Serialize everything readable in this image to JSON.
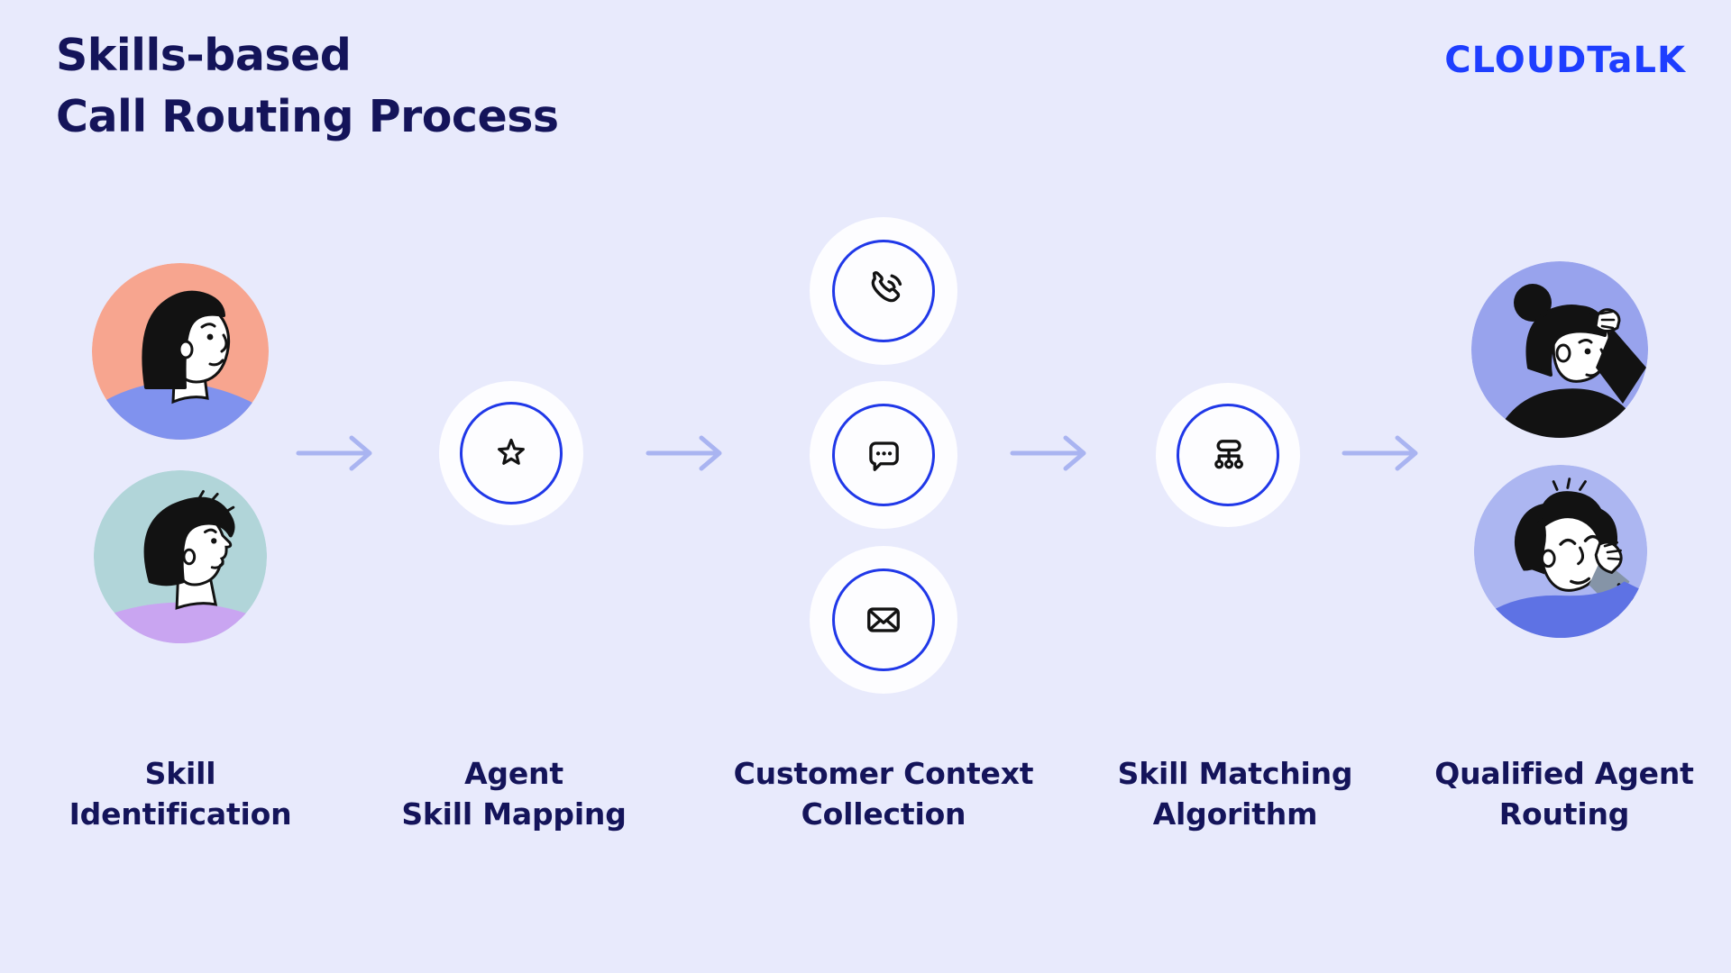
{
  "header": {
    "title_line1": "Skills-based",
    "title_line2": "Call Routing Process",
    "logo_text": "CLOUDTaLK"
  },
  "stages": [
    {
      "id": "skill-identification",
      "line1": "Skill",
      "line2": "Identification",
      "icon": "caller-avatars"
    },
    {
      "id": "agent-skill-mapping",
      "line1": "Agent",
      "line2": "Skill Mapping",
      "icon": "star-icon"
    },
    {
      "id": "customer-context-collection",
      "line1": "Customer Context",
      "line2": "Collection",
      "icon": "phone-chat-mail-icons"
    },
    {
      "id": "skill-matching-algorithm",
      "line1": "Skill Matching",
      "line2": "Algorithm",
      "icon": "sitemap-icon"
    },
    {
      "id": "qualified-agent-routing",
      "line1": "Qualified Agent",
      "line2": "Routing",
      "icon": "agent-avatars"
    }
  ],
  "icons": [
    "star-icon",
    "phone-icon",
    "chat-bubble-icon",
    "mail-icon",
    "sitemap-icon"
  ],
  "colors": {
    "background": "#E8EAFC",
    "title_navy": "#14145A",
    "logo_blue": "#1E3EFF",
    "ring_blue": "#2038E8",
    "arrow_periwinkle": "#A9B4F1",
    "icon_black": "#121212",
    "bubble_white": "#FDFDFF",
    "avatar1_bg": "#F7A58F",
    "avatar1_shoulders": "#8092EE",
    "avatar2_bg": "#B1D5D9",
    "avatar2_shoulders": "#C9A5F1",
    "avatar3_bg": "#98A3ED",
    "avatar3_phone": "#F8765C",
    "avatar4_bg": "#ACB6F1",
    "avatar4_shoulders": "#5E72E4",
    "avatar4_phone": "#8594A7"
  }
}
